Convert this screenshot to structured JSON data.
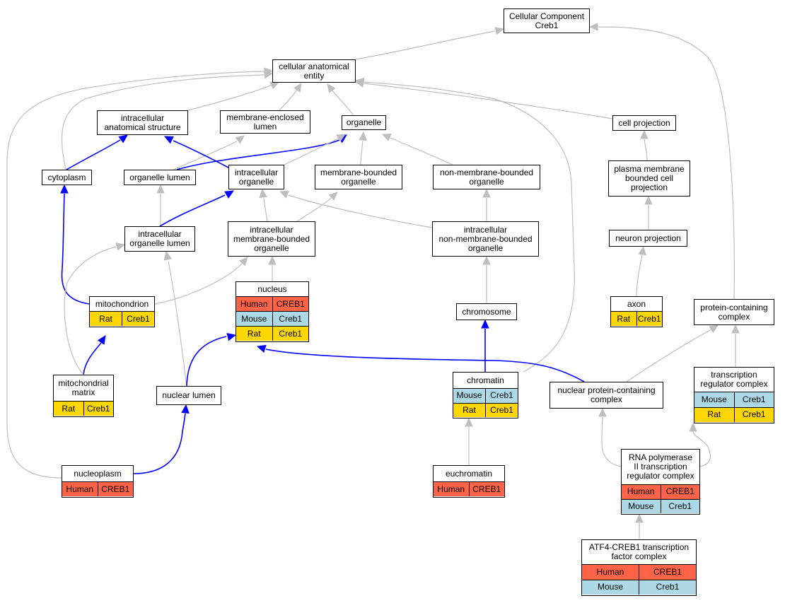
{
  "species_colors": {
    "Human": "#ff6347",
    "Mouse": "#add8e6",
    "Rat": "#ffd700"
  },
  "edge_colors": {
    "default": "#bebebe",
    "highlight": "#0000ff"
  },
  "nodes": {
    "cellular_component": {
      "label": "Cellular Component\nCreb1",
      "rows": []
    },
    "cellular_anatomical_entity": {
      "label": "cellular anatomical\nentity",
      "rows": []
    },
    "intracellular_anatomical_structure": {
      "label": "intracellular\nanatomical structure",
      "rows": []
    },
    "membrane_enclosed_lumen": {
      "label": "membrane-enclosed\nlumen",
      "rows": []
    },
    "organelle": {
      "label": "organelle",
      "rows": []
    },
    "cell_projection": {
      "label": "cell projection",
      "rows": []
    },
    "cytoplasm": {
      "label": "cytoplasm",
      "rows": []
    },
    "organelle_lumen": {
      "label": "organelle lumen",
      "rows": []
    },
    "intracellular_organelle": {
      "label": "intracellular\norganelle",
      "rows": []
    },
    "membrane_bounded_organelle": {
      "label": "membrane-bounded\norganelle",
      "rows": []
    },
    "non_membrane_bounded_organelle": {
      "label": "non-membrane-bounded\norganelle",
      "rows": []
    },
    "plasma_membrane_bounded_cell_projection": {
      "label": "plasma membrane\nbounded cell\nprojection",
      "rows": []
    },
    "intracellular_organelle_lumen": {
      "label": "intracellular\norganelle lumen",
      "rows": []
    },
    "intracellular_membrane_bounded_organelle": {
      "label": "intracellular\nmembrane-bounded\norganelle",
      "rows": []
    },
    "intracellular_non_membrane_bounded_organelle": {
      "label": "intracellular\nnon-membrane-bounded\norganelle",
      "rows": []
    },
    "neuron_projection": {
      "label": "neuron projection",
      "rows": []
    },
    "mitochondrion": {
      "label": "mitochondrion",
      "rows": [
        [
          "Rat",
          "Creb1"
        ]
      ]
    },
    "nucleus": {
      "label": "nucleus",
      "rows": [
        [
          "Human",
          "CREB1"
        ],
        [
          "Mouse",
          "Creb1"
        ],
        [
          "Rat",
          "Creb1"
        ]
      ]
    },
    "chromosome": {
      "label": "chromosome",
      "rows": []
    },
    "axon": {
      "label": "axon",
      "rows": [
        [
          "Rat",
          "Creb1"
        ]
      ]
    },
    "protein_containing_complex": {
      "label": "protein-containing\ncomplex",
      "rows": []
    },
    "mitochondrial_matrix": {
      "label": "mitochondrial\nmatrix",
      "rows": [
        [
          "Rat",
          "Creb1"
        ]
      ]
    },
    "nuclear_lumen": {
      "label": "nuclear lumen",
      "rows": []
    },
    "chromatin": {
      "label": "chromatin",
      "rows": [
        [
          "Mouse",
          "Creb1"
        ],
        [
          "Rat",
          "Creb1"
        ]
      ]
    },
    "nuclear_protein_containing_complex": {
      "label": "nuclear protein-containing\ncomplex",
      "rows": []
    },
    "transcription_regulator_complex": {
      "label": "transcription\nregulator complex",
      "rows": [
        [
          "Mouse",
          "Creb1"
        ],
        [
          "Rat",
          "Creb1"
        ]
      ]
    },
    "nucleoplasm": {
      "label": "nucleoplasm",
      "rows": [
        [
          "Human",
          "CREB1"
        ]
      ]
    },
    "euchromatin": {
      "label": "euchromatin",
      "rows": [
        [
          "Human",
          "CREB1"
        ]
      ]
    },
    "rna_polymerase_ii_complex": {
      "label": "RNA polymerase\nII transcription\nregulator complex",
      "rows": [
        [
          "Human",
          "CREB1"
        ],
        [
          "Mouse",
          "Creb1"
        ]
      ]
    },
    "atf4_creb1_complex": {
      "label": "ATF4-CREB1 transcription\nfactor complex",
      "rows": [
        [
          "Human",
          "CREB1"
        ],
        [
          "Mouse",
          "Creb1"
        ]
      ]
    }
  }
}
